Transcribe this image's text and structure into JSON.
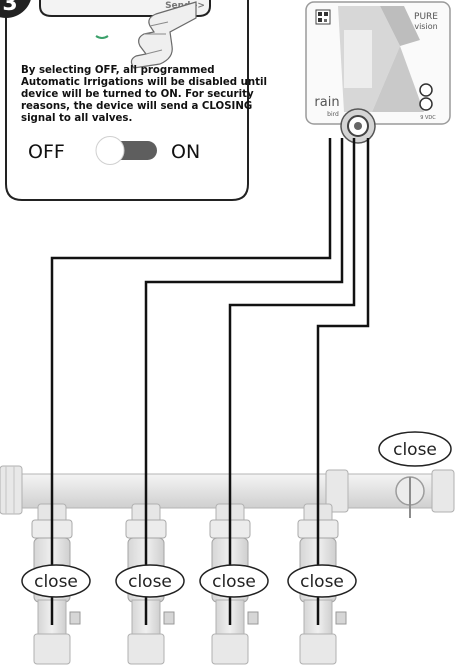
{
  "phone": {
    "button_label": "Send ->",
    "step_number": "3",
    "note_lines": [
      "By selecting OFF, all programmed",
      "Automatic Irrigations will be disabled until",
      "device will be turned to ON. For security",
      "reasons, the device will send a CLOSING",
      "signal to all valves."
    ],
    "toggle_off_label": "OFF",
    "toggle_on_label": "ON",
    "toggle_state": "off"
  },
  "device": {
    "brand_line1": "PURE",
    "brand_line2": "vision",
    "logo_text": "rain",
    "logo_sub": "bird",
    "voltage": "9 VDC"
  },
  "valves": [
    {
      "label": "close"
    },
    {
      "label": "close"
    },
    {
      "label": "close"
    },
    {
      "label": "close"
    }
  ],
  "main_valve": {
    "label": "close"
  },
  "colors": {
    "pipe": "#e6e6e6",
    "pipe_stroke": "#b5b5b5",
    "wire": "#111111",
    "phone_border": "#222222",
    "toggle_track": "#5e5e5e"
  }
}
